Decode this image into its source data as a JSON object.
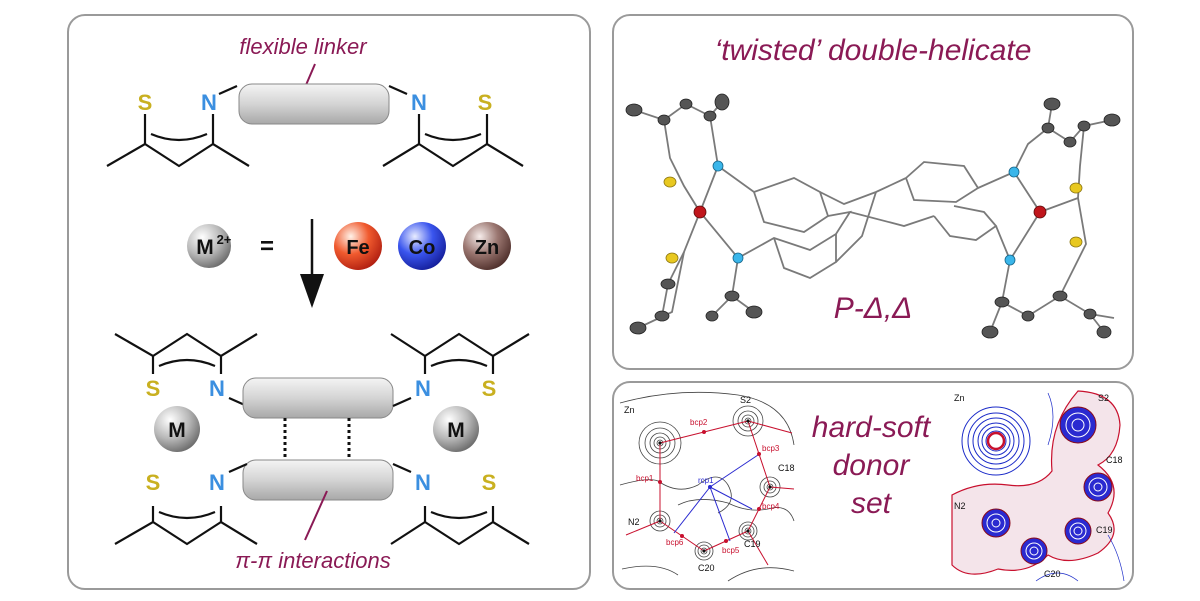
{
  "left_panel": {
    "linker_label": "flexible linker",
    "interactions_label": "π-π interactions",
    "atom_S": "S",
    "atom_N": "N",
    "metal_generic": "M",
    "metal_charge": "2+",
    "equals": "=",
    "metals": [
      {
        "symbol": "Fe",
        "color": "#e8452a"
      },
      {
        "symbol": "Co",
        "color": "#2b3ee0"
      },
      {
        "symbol": "Zn",
        "color": "#7a5650"
      }
    ]
  },
  "top_right_panel": {
    "title": "‘twisted’ double-helicate",
    "label": "P-Δ,Δ"
  },
  "bottom_right_panel": {
    "label_lines": [
      "hard-soft",
      "donor",
      "set"
    ],
    "left_map_labels": [
      "Zn",
      "S2",
      "bcp2",
      "bcp3",
      "C18",
      "rcp1",
      "bcp1",
      "bcp4",
      "C19",
      "N2",
      "bcp6",
      "bcp5",
      "C20"
    ],
    "right_map_labels": [
      "Zn",
      "S2",
      "C18",
      "N2",
      "C19",
      "C20"
    ]
  },
  "colors": {
    "accent": "#8a1a55",
    "sulfur": "#c9b020",
    "nitrogen": "#3b8fe0",
    "border": "#9a9a9a"
  }
}
